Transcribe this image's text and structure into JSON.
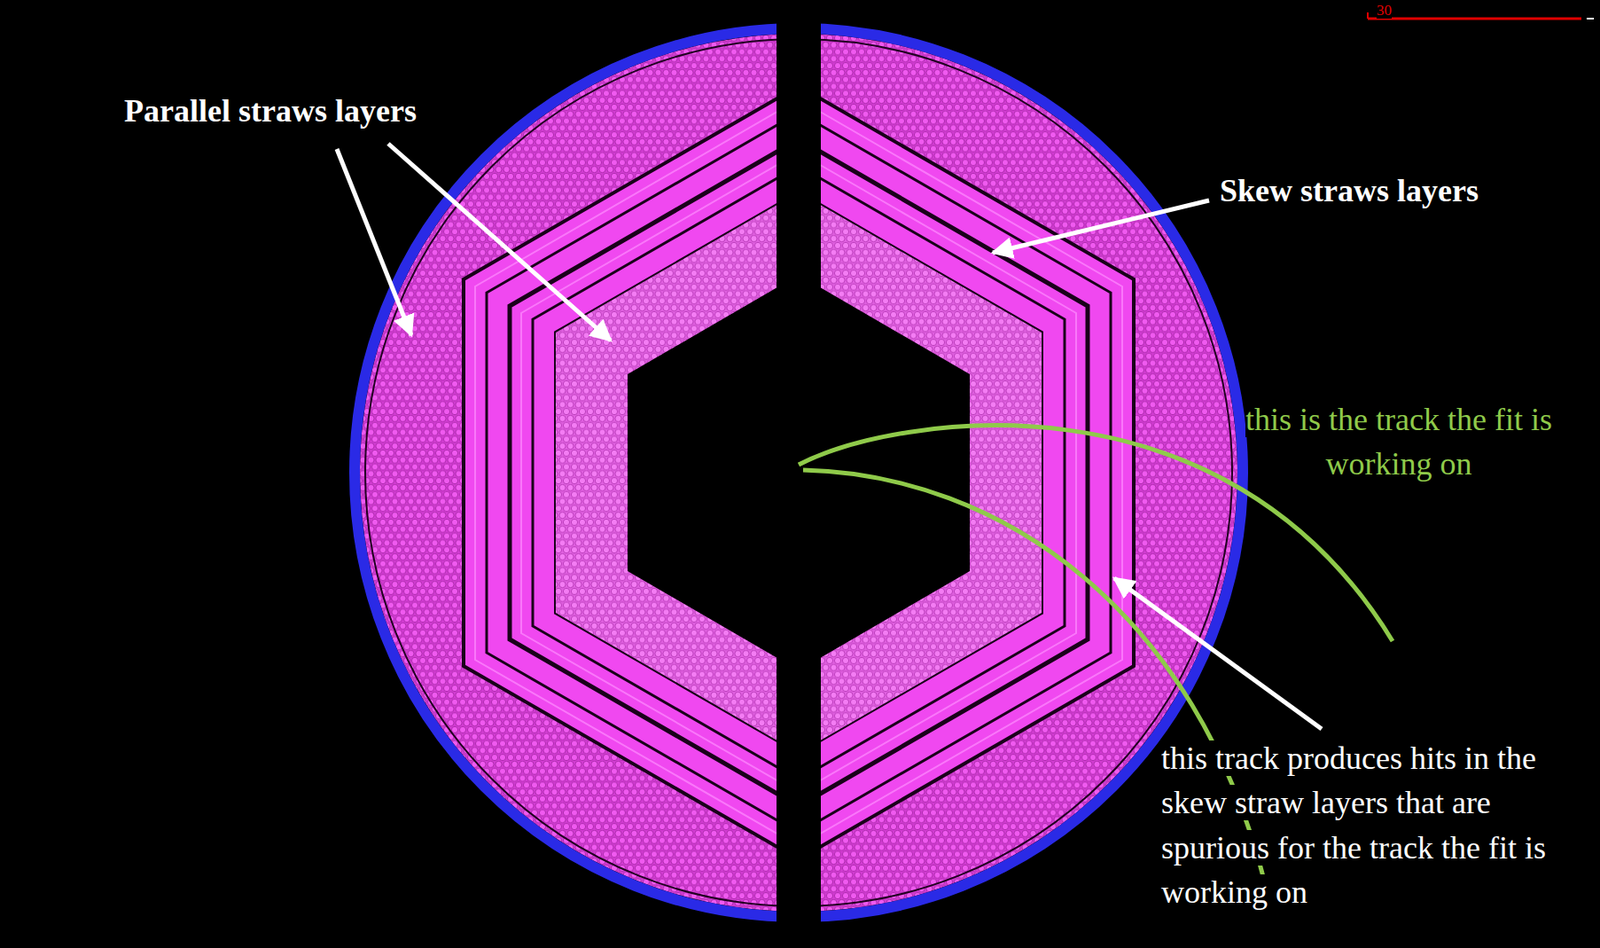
{
  "diagram": {
    "labels": [
      "Parallel straws layers",
      "Skew straws layers",
      "this is the track the fit is working on",
      "this track produces hits in the skew straw layers that are spurious for the track the fit is working on",
      "30"
    ]
  }
}
